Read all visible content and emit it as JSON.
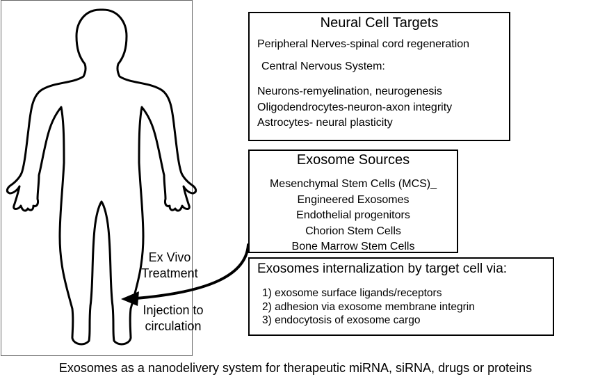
{
  "neural_cell_targets": {
    "title": "Neural Cell Targets",
    "peripheral": "Peripheral Nerves-spinal cord regeneration",
    "cns_heading": "Central Nervous System:",
    "items": [
      "Neurons-remyelination, neurogenesis",
      "Oligodendrocytes-neuron-axon integrity",
      "Astrocytes- neural plasticity"
    ]
  },
  "exosome_sources": {
    "title": "Exosome Sources",
    "items": [
      "Mesenchymal Stem Cells (MCS)_",
      "Engineered Exosomes",
      "Endothelial progenitors",
      "Chorion Stem Cells",
      "Bone Marrow Stem Cells"
    ]
  },
  "internalization": {
    "title": "Exosomes internalization by target cell via:",
    "items": [
      "1) exosome surface ligands/receptors",
      "2) adhesion via exosome membrane integrin",
      "3) endocytosis of exosome cargo"
    ]
  },
  "labels": {
    "ex_vivo_line1": "Ex Vivo",
    "ex_vivo_line2": "Treatment",
    "injection_line1": "Injection to",
    "injection_line2": "circulation"
  },
  "caption": "Exosomes as a nanodelivery system for therapeutic miRNA, siRNA, drugs or proteins",
  "colors": {
    "outline": "#000000",
    "frame": "#666666",
    "background": "#ffffff"
  }
}
